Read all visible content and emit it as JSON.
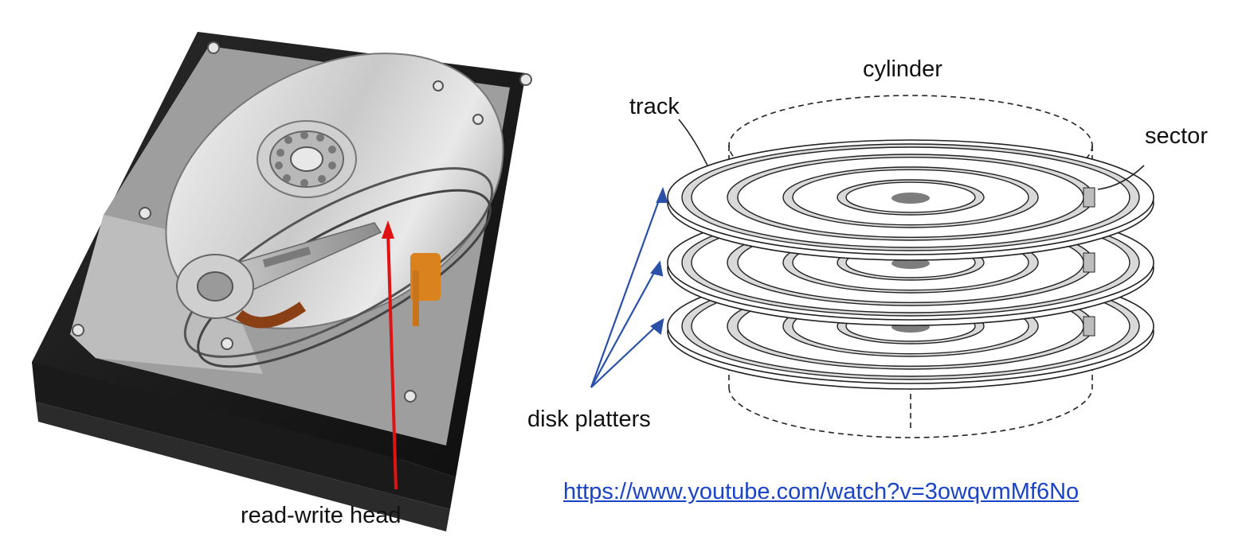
{
  "photo": {
    "caption": "read-write head",
    "arrow_color": "#e11212"
  },
  "diagram": {
    "labels": {
      "cylinder": "cylinder",
      "track": "track",
      "sector": "sector",
      "platters": "disk platters"
    },
    "platter_count": 3,
    "pointer_color": "#2a50a8",
    "sector_fill": "#bdbdbd",
    "track_fill": "#d9d9d9"
  },
  "link": {
    "text": "https://www.youtube.com/watch?v=3owqvmMf6No"
  }
}
